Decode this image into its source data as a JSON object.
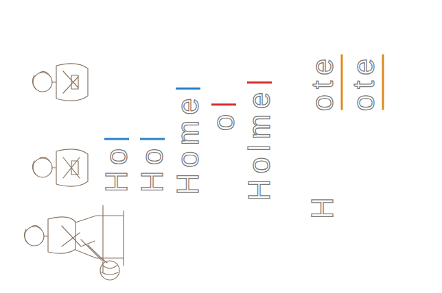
{
  "diagram": {
    "labels": [
      "Ho",
      "Ho",
      "Home",
      "o",
      "Holme",
      "H",
      "ote",
      "ote"
    ]
  }
}
